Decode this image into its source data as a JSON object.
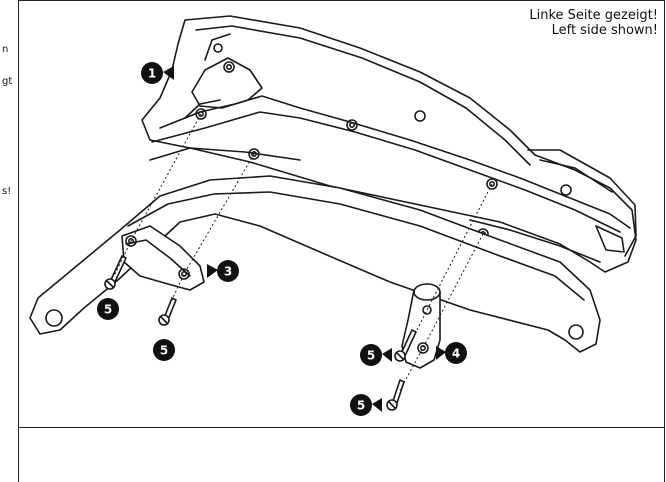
{
  "caption": {
    "line1": "Linke Seite gezeigt!",
    "line2": "Left side shown!"
  },
  "left_strip_fragments": [
    "n",
    "gt",
    "s!"
  ],
  "callouts": [
    {
      "id": "1",
      "label": "1"
    },
    {
      "id": "3",
      "label": "3"
    },
    {
      "id": "4",
      "label": "4"
    },
    {
      "id": "5a",
      "label": "5"
    },
    {
      "id": "5b",
      "label": "5"
    },
    {
      "id": "5c",
      "label": "5"
    },
    {
      "id": "5d",
      "label": "5"
    }
  ],
  "colors": {
    "line": "#1a1a1a",
    "fill": "#ffffff",
    "callout": "#111111"
  }
}
